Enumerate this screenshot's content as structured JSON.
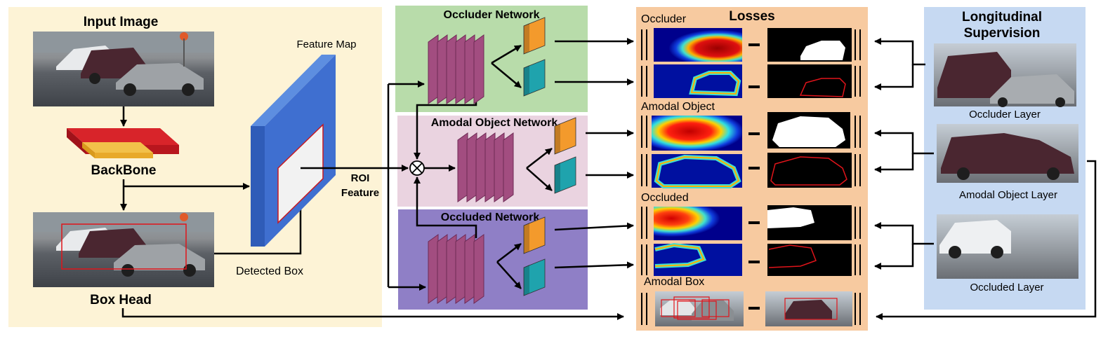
{
  "input_panel": {
    "title": "Input Image",
    "backbone_label": "BackBone",
    "box_head_label": "Box Head",
    "detected_box_label": "Detected Box"
  },
  "feature_map": {
    "label": "Feature Map",
    "roi_label_line1": "ROI",
    "roi_label_line2": "Feature"
  },
  "networks": {
    "occluder": "Occluder Network",
    "amodal_object": "Amodal Object Network",
    "occluded": "Occluded Network"
  },
  "losses": {
    "title": "Losses",
    "occluder": "Occluder",
    "amodal_object": "Amodal Object",
    "occluded": "Occluded",
    "amodal_box": "Amodal Box"
  },
  "supervision": {
    "title_line1": "Longitudinal",
    "title_line2": "Supervision",
    "occluder_layer": "Occluder Layer",
    "amodal_object_layer": "Amodal Object Layer",
    "occluded_layer": "Occluded Layer"
  },
  "colors": {
    "input_bg": "#fdf3d6",
    "occluder_net_bg": "#b8dcaa",
    "amodal_net_bg": "#ead3e0",
    "occluded_net_bg": "#8f7fc6",
    "losses_bg": "#f7caa0",
    "supervision_bg": "#c6d9f2",
    "feature_map": "#3f6fd0",
    "conv_layers": "#a24d80",
    "head_orange": "#f39a2c",
    "head_teal": "#1fa3ad",
    "backbone_red": "#c8161d",
    "backbone_yellow": "#f2b632"
  }
}
